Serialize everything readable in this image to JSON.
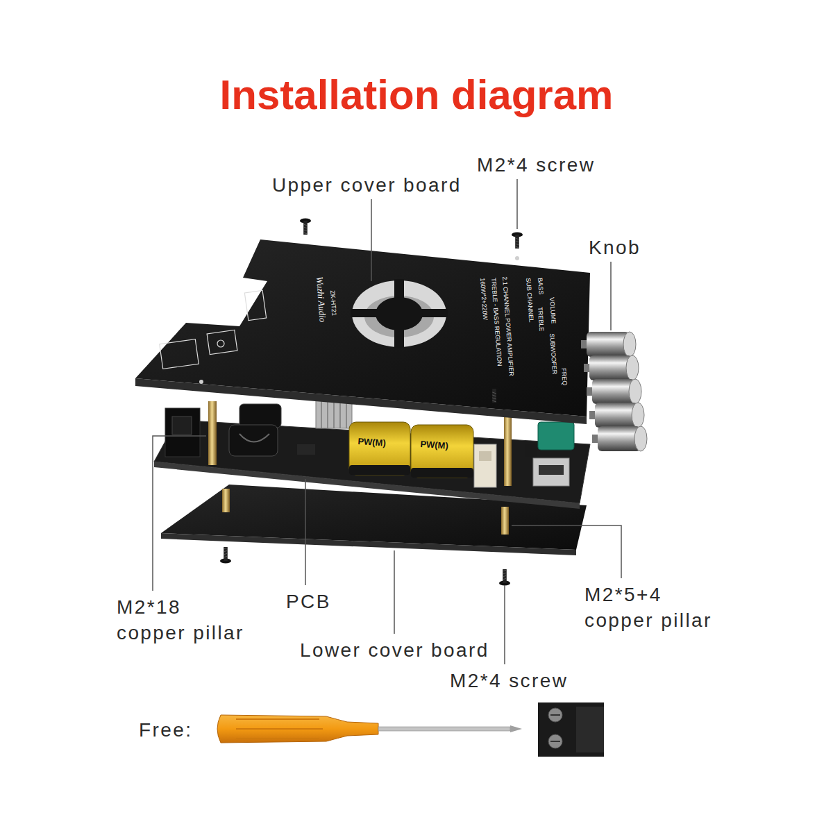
{
  "diagram": {
    "title": "Installation diagram",
    "labels": [
      "Upper cover board",
      "M2*4 screw",
      "Knob",
      "M2*18 copper pillar",
      "PCB",
      "Lower cover board",
      "M2*5+4 copper pillar",
      "M2*4 screw",
      "Free:",
      "ZK-HT21",
      "160W*2+220W",
      "TREBLE - BASS REGULATION",
      "2.1 CHANNEL POWER AMPLIFIER",
      "SUBWOOFER",
      "VOLUME",
      "TREBLE",
      "SUB CHANNEL",
      "BASS",
      "FREQ",
      "PW(M)",
      "PW(M)",
      "Wuzhi Audio"
    ]
  }
}
